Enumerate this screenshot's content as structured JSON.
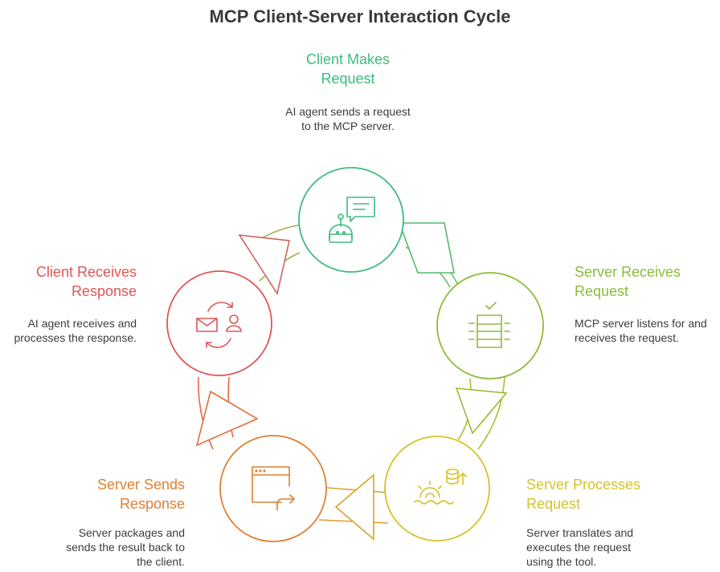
{
  "title": "MCP Client-Server Interaction Cycle",
  "colors": {
    "green": "#3dbb7c",
    "lime": "#8dbb3a",
    "yellow": "#d6c22a",
    "orange": "#df8030",
    "red": "#e05555"
  },
  "stages": [
    {
      "title_line1": "Client Makes",
      "title_line2": "Request",
      "desc_line1": "AI agent sends a request",
      "desc_line2": "to the MCP server.",
      "icon": "robot-chat-icon"
    },
    {
      "title_line1": "Server Receives",
      "title_line2": "Request",
      "desc_line1": "MCP server listens for and",
      "desc_line2": "receives the request.",
      "icon": "server-check-icon"
    },
    {
      "title_line1": "Server Processes",
      "title_line2": "Request",
      "desc_line1": "Server translates and",
      "desc_line2": "executes the request",
      "desc_line3": "using the tool.",
      "icon": "gear-database-icon"
    },
    {
      "title_line1": "Server Sends",
      "title_line2": "Response",
      "desc_line1": "Server packages and",
      "desc_line2": "sends the result back to",
      "desc_line3": "the client.",
      "icon": "window-send-icon"
    },
    {
      "title_line1": "Client Receives",
      "title_line2": "Response",
      "desc_line1": "AI agent receives and",
      "desc_line2": "processes the response.",
      "icon": "mail-user-sync-icon"
    }
  ]
}
